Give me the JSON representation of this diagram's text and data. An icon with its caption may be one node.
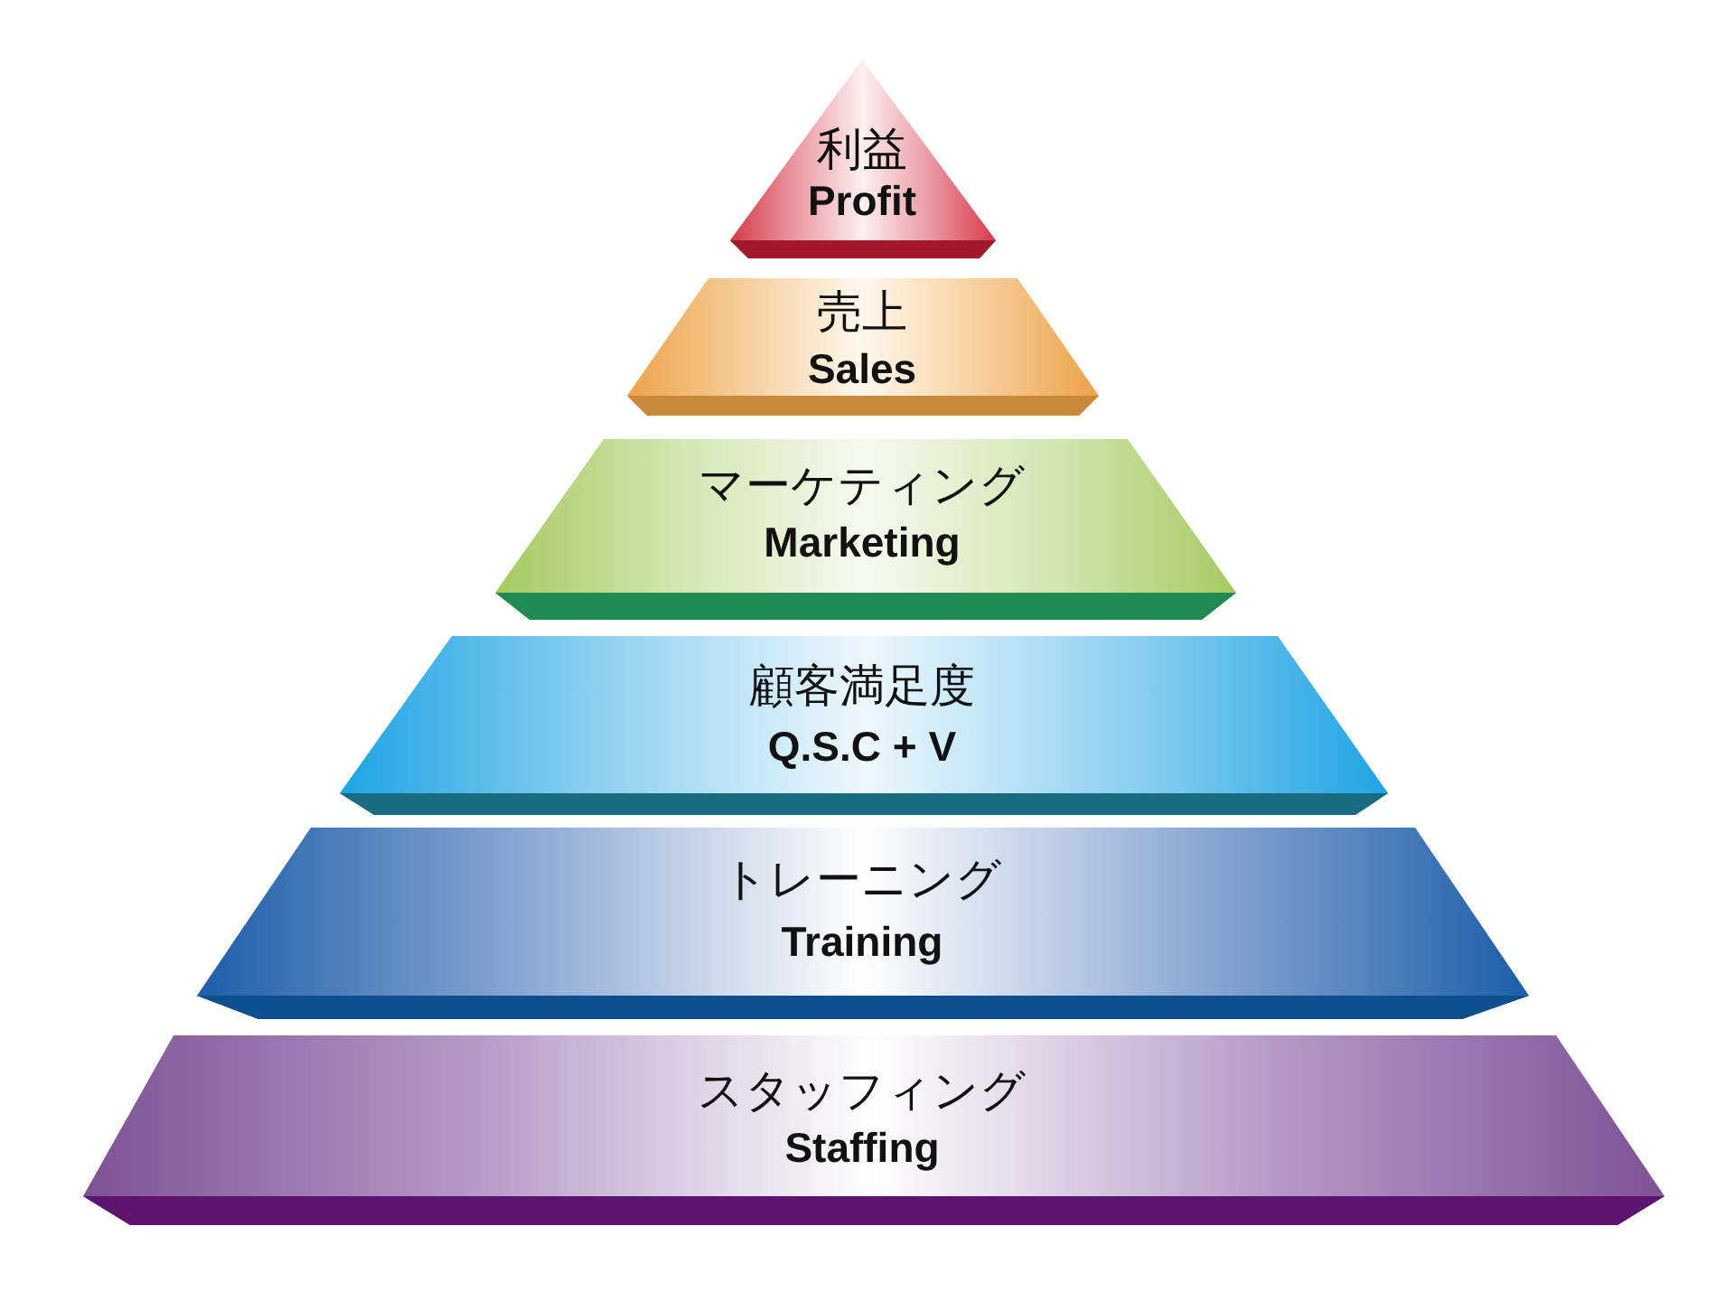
{
  "diagram": {
    "nodes": [
      {
        "text": [
          "利益",
          "Profit"
        ]
      },
      {
        "text": [
          "売上",
          "Sales"
        ]
      },
      {
        "text": [
          "マーケティング",
          "Marketing"
        ]
      },
      {
        "text": [
          "顧客満足度",
          "Q.S.C + V"
        ]
      },
      {
        "text": [
          "トレーニング",
          "Training"
        ]
      },
      {
        "text": [
          "スタッフィング",
          "Staffing"
        ]
      }
    ]
  }
}
